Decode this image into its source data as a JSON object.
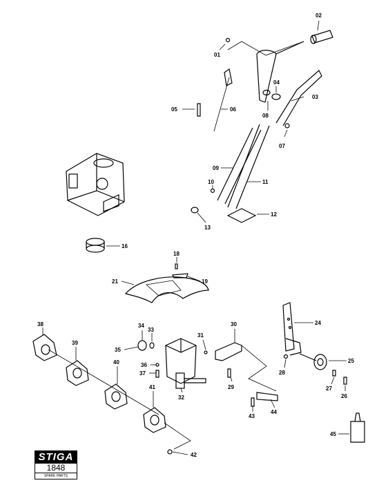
{
  "logo": {
    "brand": "STIGA",
    "model": "1848",
    "subtitle": "SPARE PARTS"
  },
  "parts": {
    "p01": "01",
    "p02": "02",
    "p03": "03",
    "p04": "04",
    "p05": "05",
    "p06": "06",
    "p07": "07",
    "p08": "08",
    "p09": "09",
    "p10": "10",
    "p11": "11",
    "p12": "12",
    "p13": "13",
    "p16": "16",
    "p18": "18",
    "p19": "19",
    "p21": "21",
    "p24": "24",
    "p25": "25",
    "p26": "26",
    "p27": "27",
    "p28": "28",
    "p29": "29",
    "p30": "30",
    "p31": "31",
    "p32": "32",
    "p33": "33",
    "p34": "34",
    "p35": "35",
    "p36": "36",
    "p37": "37",
    "p38": "38",
    "p39": "39",
    "p40": "40",
    "p41": "41",
    "p42": "42",
    "p43": "43",
    "p44": "44",
    "p45": "45"
  }
}
